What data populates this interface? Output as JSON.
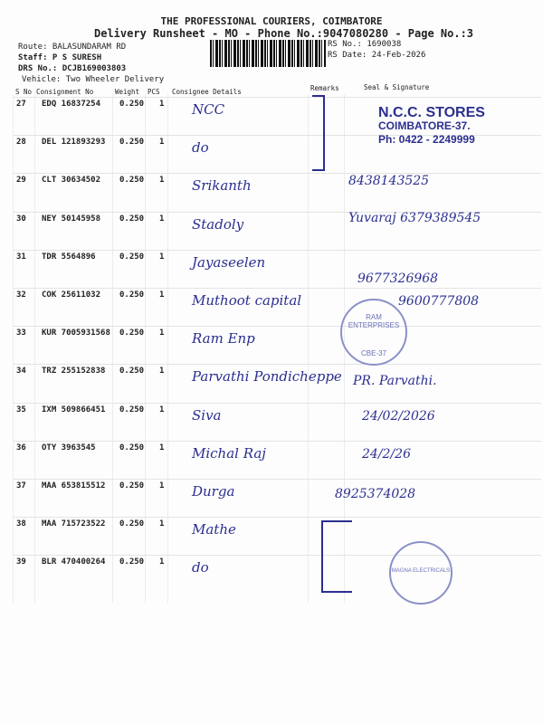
{
  "header": {
    "company": "THE PROFESSIONAL COURIERS, COIMBATORE",
    "subtitle": "Delivery Runsheet - MO - Phone No.:9047080280 - Page No.:3",
    "route": "Route: BALASUNDARAM RD",
    "staff": "Staff: P S SURESH",
    "drs": "DRS No.: DCJB169003803",
    "vehicle": "Vehicle: Two Wheeler Delivery",
    "rs_no": "RS No.: 1690038",
    "rs_date": "RS Date: 24-Feb-2026"
  },
  "columns": [
    "S No",
    "Consignment No",
    "Weight",
    "PCS",
    "Consignee Details",
    "Remarks",
    "Seal & Signature"
  ],
  "rows": [
    {
      "sno": "27",
      "cn": "EDQ 16837254",
      "wt": "0.250",
      "pcs": "1",
      "consignee": "NCC",
      "sign": ""
    },
    {
      "sno": "28",
      "cn": "DEL 121893293",
      "wt": "0.250",
      "pcs": "1",
      "consignee": "do",
      "sign": ""
    },
    {
      "sno": "29",
      "cn": "CLT 30634502",
      "wt": "0.250",
      "pcs": "1",
      "consignee": "Srikanth",
      "sign": "8438143525"
    },
    {
      "sno": "30",
      "cn": "NEY 50145958",
      "wt": "0.250",
      "pcs": "1",
      "consignee": "Stadoly",
      "sign": "Yuvaraj 6379389545"
    },
    {
      "sno": "31",
      "cn": "TDR 5564896",
      "wt": "0.250",
      "pcs": "1",
      "consignee": "Jayaseelen",
      "sign": "9677326968"
    },
    {
      "sno": "32",
      "cn": "COK 25611032",
      "wt": "0.250",
      "pcs": "1",
      "consignee": "Muthoot capital",
      "sign": "9600777808"
    },
    {
      "sno": "33",
      "cn": "KUR 7005931568",
      "wt": "0.250",
      "pcs": "1",
      "consignee": "Ram Enp",
      "sign": ""
    },
    {
      "sno": "34",
      "cn": "TRZ 255152838",
      "wt": "0.250",
      "pcs": "1",
      "consignee": "Parvathi Pondicheppe",
      "sign": "PR. Parvathi."
    },
    {
      "sno": "35",
      "cn": "IXM 509866451",
      "wt": "0.250",
      "pcs": "1",
      "consignee": "Siva",
      "sign": "24/02/2026"
    },
    {
      "sno": "36",
      "cn": "OTY 3963545",
      "wt": "0.250",
      "pcs": "1",
      "consignee": "Michal Raj",
      "sign": "24/2/26"
    },
    {
      "sno": "37",
      "cn": "MAA 653815512",
      "wt": "0.250",
      "pcs": "1",
      "consignee": "Durga",
      "sign": "8925374028"
    },
    {
      "sno": "38",
      "cn": "MAA 715723522",
      "wt": "0.250",
      "pcs": "1",
      "consignee": "Mathe",
      "sign": ""
    },
    {
      "sno": "39",
      "cn": "BLR 470400264",
      "wt": "0.250",
      "pcs": "1",
      "consignee": "do",
      "sign": ""
    }
  ],
  "stamps": {
    "ncc": [
      "N.C.C. STORES",
      "COIMBATORE-37.",
      "Ph: 0422 - 2249999"
    ],
    "ram": [
      "RAM ENTERPRISES",
      "CBE-37"
    ],
    "magna": "MAGNA ELECTRICALS"
  }
}
